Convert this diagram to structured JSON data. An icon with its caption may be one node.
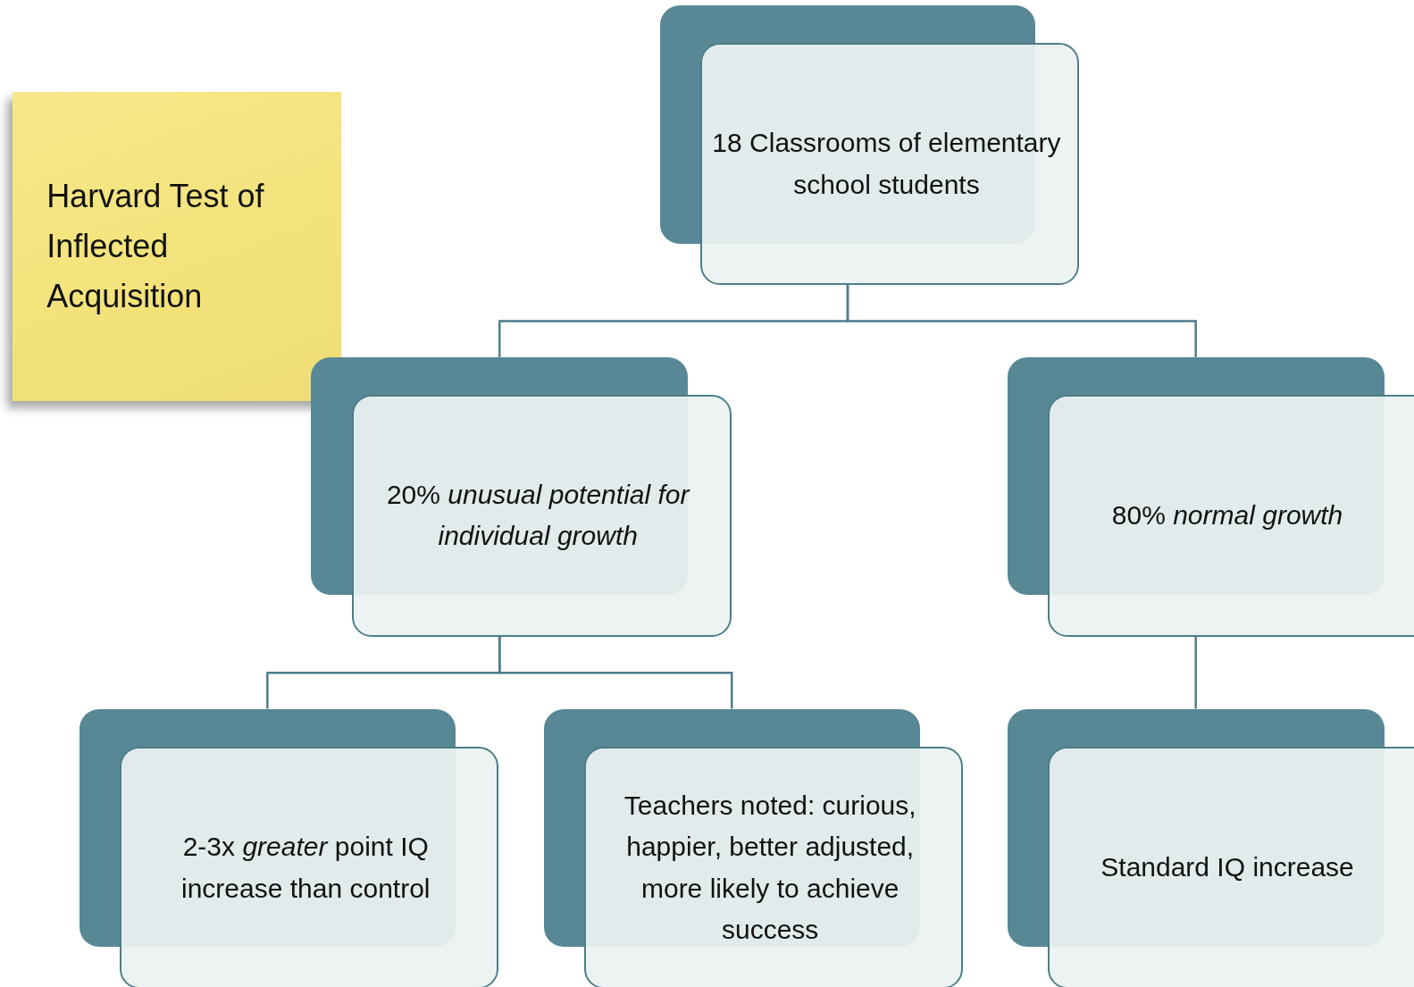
{
  "diagram": {
    "nodes": [
      {
        "text": [
          "Harvard Test of Inflected Acquisition"
        ]
      },
      {
        "text": [
          "18 Classrooms of elementary school students"
        ]
      },
      {
        "text": [
          "20% *unusual potential for individual growth*"
        ]
      },
      {
        "text": [
          "80% *normal growth*"
        ]
      },
      {
        "text": [
          "2-3x *greater* point IQ increase than control"
        ]
      },
      {
        "text": [
          "Teachers noted: curious, happier, better adjusted, more likely to achieve success"
        ]
      },
      {
        "text": [
          "Standard IQ increase"
        ]
      }
    ],
    "edges": [
      {
        "from": 1,
        "to": 2,
        "arrow": "none"
      },
      {
        "from": 1,
        "to": 3,
        "arrow": "none"
      },
      {
        "from": 2,
        "to": 4,
        "arrow": "none"
      },
      {
        "from": 2,
        "to": 5,
        "arrow": "none"
      },
      {
        "from": 3,
        "to": 6,
        "arrow": "none"
      }
    ]
  }
}
